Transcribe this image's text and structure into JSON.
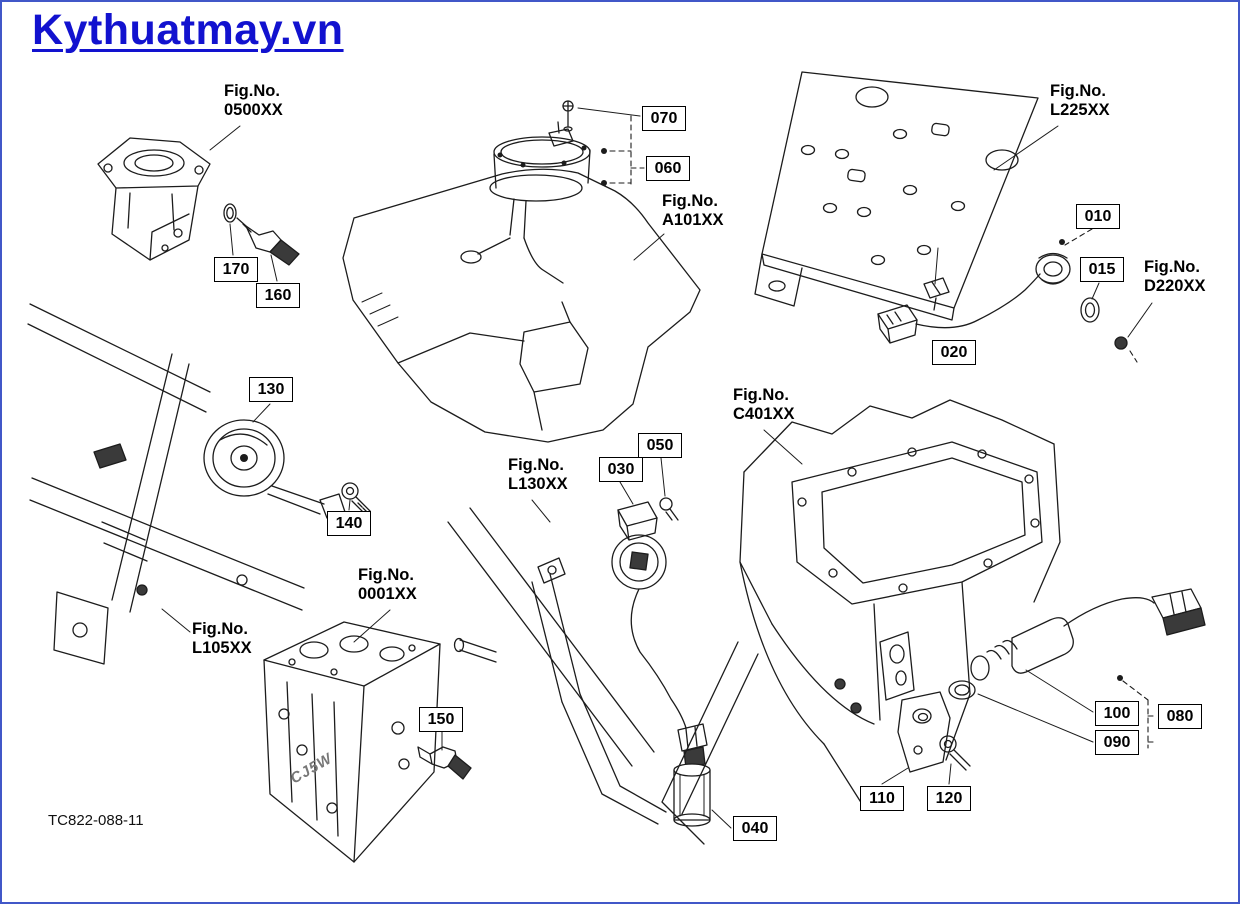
{
  "logo": {
    "text": "Kythuatmay.vn"
  },
  "drawing_number": "TC822-088-11",
  "fig_label_prefix": "Fig.No.",
  "fig_refs": [
    {
      "code": "0500XX"
    },
    {
      "code": "A101XX"
    },
    {
      "code": "L225XX"
    },
    {
      "code": "D220XX"
    },
    {
      "code": "C401XX"
    },
    {
      "code": "L130XX"
    },
    {
      "code": "0001XX"
    },
    {
      "code": "L105XX"
    }
  ],
  "parts": [
    {
      "number": "070"
    },
    {
      "number": "060"
    },
    {
      "number": "010"
    },
    {
      "number": "015"
    },
    {
      "number": "020"
    },
    {
      "number": "170"
    },
    {
      "number": "160"
    },
    {
      "number": "130"
    },
    {
      "number": "140"
    },
    {
      "number": "050"
    },
    {
      "number": "030"
    },
    {
      "number": "150"
    },
    {
      "number": "100"
    },
    {
      "number": "080"
    },
    {
      "number": "090"
    },
    {
      "number": "110"
    },
    {
      "number": "120"
    },
    {
      "number": "040"
    }
  ],
  "engine_block_marking": "CJ5W",
  "colors": {
    "logo_blue": "#1212cf",
    "border_blue": "#4157c8",
    "line": "#1c1c1c"
  }
}
